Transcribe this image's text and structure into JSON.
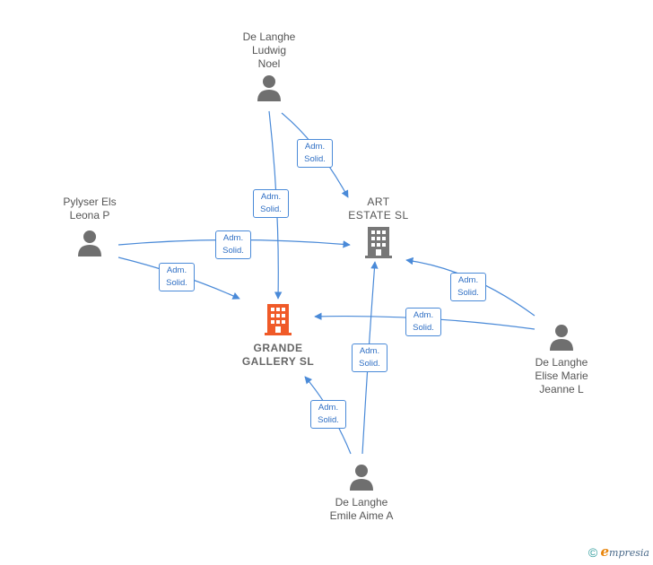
{
  "persons": {
    "ludwig": {
      "lines": [
        "De Langhe",
        "Ludwig",
        "Noel"
      ],
      "icon": "person-icon"
    },
    "pylyser": {
      "lines": [
        "Pylyser Els",
        "Leona P"
      ],
      "icon": "person-icon"
    },
    "elise": {
      "lines": [
        "De Langhe",
        "Elise Marie",
        "Jeanne L"
      ],
      "icon": "person-icon"
    },
    "emile": {
      "lines": [
        "De Langhe",
        "Emile Aime A"
      ],
      "icon": "person-icon"
    }
  },
  "companies": {
    "art_estate": {
      "lines": [
        "ART",
        "ESTATE  SL"
      ],
      "icon": "building-icon",
      "color": "#777777"
    },
    "grande_gallery": {
      "lines": [
        "GRANDE",
        "GALLERY  SL"
      ],
      "icon": "building-icon",
      "color": "#f05a28"
    }
  },
  "relation": {
    "line1": "Adm.",
    "line2": "Solid."
  },
  "edge_color": "#4a8ad8",
  "footer": {
    "copyright": "©",
    "brand_e": "e",
    "brand_rest": "mpresia"
  }
}
